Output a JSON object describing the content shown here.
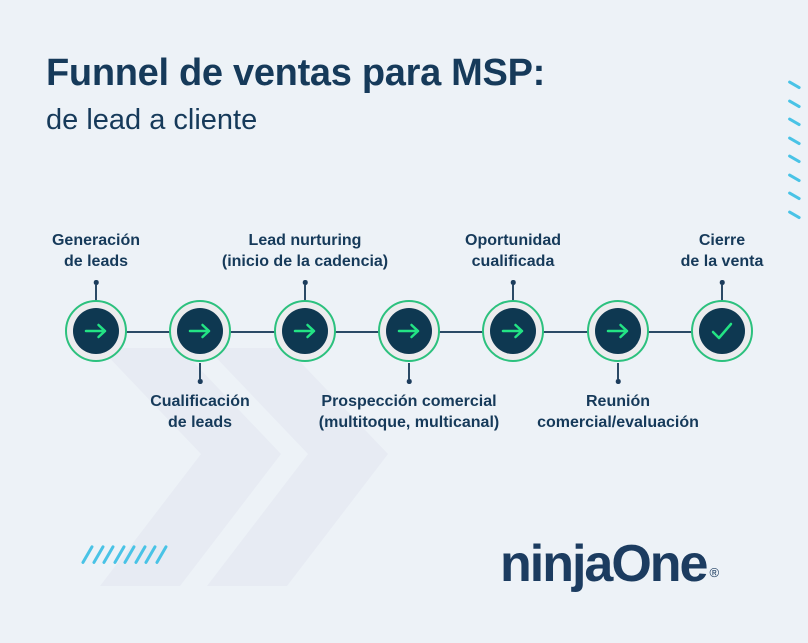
{
  "header": {
    "title": "Funnel de ventas para MSP:",
    "subtitle": "de lead a cliente"
  },
  "funnel": {
    "steps": [
      {
        "label": "Generación\nde leads",
        "label_position": "above",
        "icon": "arrow-right-icon"
      },
      {
        "label": "Cualificación\nde leads",
        "label_position": "below",
        "icon": "arrow-right-icon"
      },
      {
        "label": "Lead nurturing\n(inicio de la cadencia)",
        "label_position": "above",
        "icon": "arrow-right-icon"
      },
      {
        "label": "Prospección comercial\n(multitoque, multicanal)",
        "label_position": "below",
        "icon": "arrow-right-icon"
      },
      {
        "label": "Oportunidad\ncualificada",
        "label_position": "above",
        "icon": "arrow-right-icon"
      },
      {
        "label": "Reunión\ncomercial/evaluación",
        "label_position": "below",
        "icon": "arrow-right-icon"
      },
      {
        "label": "Cierre\nde la venta",
        "label_position": "above",
        "icon": "check-icon"
      }
    ]
  },
  "branding": {
    "logo_text": "ninjaOne",
    "registered_mark": "®"
  },
  "colors": {
    "background": "#edf2f7",
    "chevron_decoration": "#e7ebf3",
    "navy_text": "#163a5a",
    "node_fill": "#0e3851",
    "node_ring": "#ececee",
    "green_outline": "#2cc17e",
    "green_accent": "#23e384",
    "hash_blue": "#49c3e6",
    "connector": "#2b4a66"
  }
}
